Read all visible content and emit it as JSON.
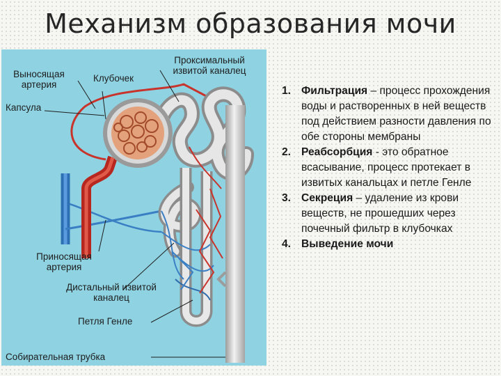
{
  "title": "Механизм образования мочи",
  "diagram": {
    "labels": {
      "efferent_artery": "Выносящая артерия",
      "glomerulus": "Клубочек",
      "proximal_tubule": "Проксимальный извитой каналец",
      "capsule": "Капсула",
      "afferent_artery": "Приносящая артерия",
      "distal_tubule": "Дистальный извитой каналец",
      "henle_loop": "Петля Генле",
      "collecting_duct": "Собирательная трубка"
    }
  },
  "list": [
    {
      "num": "1.",
      "term": "Фильтрация",
      "text": " – процесс прохождения воды и растворенных в ней веществ под действием разности давления по обе стороны мембраны"
    },
    {
      "num": "2.",
      "term": "Реабсорбция",
      "text": " - это обратное всасывание, процесс протекает в извитых канальцах и петле Генле"
    },
    {
      "num": "3.",
      "term": "Секреция",
      "text": " – удаление из крови веществ, не прошедших через почечный фильтр в клубочках"
    },
    {
      "num": "4.",
      "term": "Выведение мочи",
      "text": ""
    }
  ],
  "colors": {
    "diagram_bg": "#8fd3e2",
    "tubule": "#d2d2d2",
    "artery": "#c8342c",
    "vein": "#3a7fc4",
    "glomerulus": "#c57a52"
  }
}
